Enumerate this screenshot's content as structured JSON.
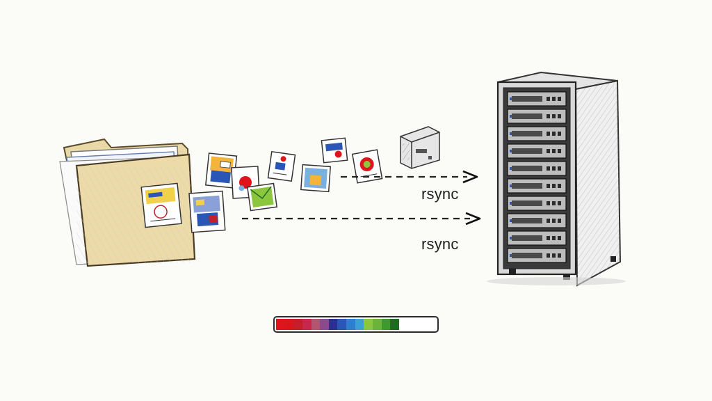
{
  "transfer": {
    "labels": [
      "rsync",
      "rsync"
    ],
    "progress": 0.77,
    "progress_segment_colors": [
      "#e0141b",
      "#d8161c",
      "#c41f2a",
      "#c7274b",
      "#b5546f",
      "#8a4a8c",
      "#2b2f91",
      "#2a56b5",
      "#2e7fd0",
      "#3aa0d6",
      "#8cc63f",
      "#6bb33a",
      "#3f9a2e",
      "#1f6b22"
    ]
  },
  "icons": {
    "source": "folder-icon",
    "destination": "server-rack-icon",
    "drive": "drive-box-icon"
  }
}
